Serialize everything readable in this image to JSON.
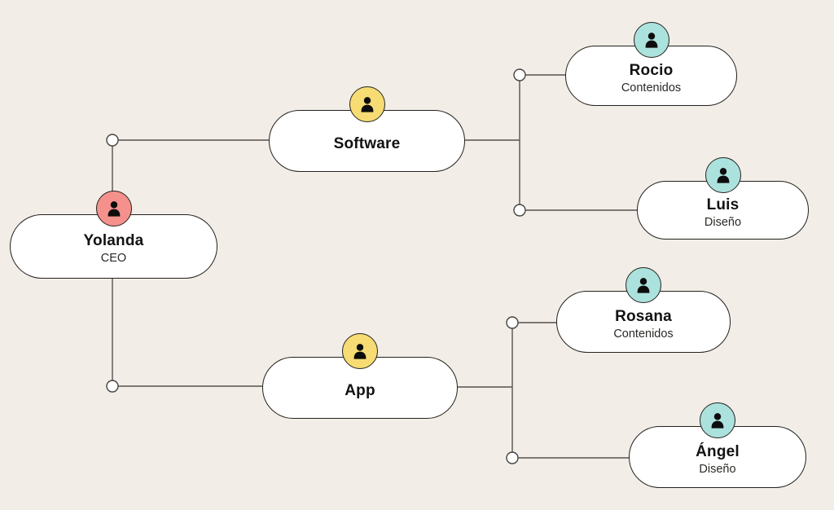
{
  "canvas": {
    "background": "#F2EDE7",
    "line_color": "#56524D",
    "node_fill": "#FFFFFF",
    "node_border": "#23211E"
  },
  "org": {
    "nodes": [
      {
        "id": "yolanda",
        "name": "Yolanda",
        "role": "CEO",
        "avatar_color": "#F5918C",
        "avatar_icon": "person-icon"
      },
      {
        "id": "software",
        "name": "Software",
        "role": "",
        "avatar_color": "#F6DC73",
        "avatar_icon": "person-icon"
      },
      {
        "id": "app",
        "name": "App",
        "role": "",
        "avatar_color": "#F6DC73",
        "avatar_icon": "person-icon"
      },
      {
        "id": "rocio",
        "name": "Rocio",
        "role": "Contenidos",
        "avatar_color": "#ACE2DD",
        "avatar_icon": "person-icon"
      },
      {
        "id": "luis",
        "name": "Luis",
        "role": "Diseño",
        "avatar_color": "#ACE2DD",
        "avatar_icon": "person-icon"
      },
      {
        "id": "rosana",
        "name": "Rosana",
        "role": "Contenidos",
        "avatar_color": "#ACE2DD",
        "avatar_icon": "person-icon"
      },
      {
        "id": "angel",
        "name": "Ángel",
        "role": "Diseño",
        "avatar_color": "#ACE2DD",
        "avatar_icon": "person-icon"
      }
    ],
    "edges": [
      {
        "from": "Yolanda",
        "to": "Software"
      },
      {
        "from": "Yolanda",
        "to": "App"
      },
      {
        "from": "Software",
        "to": "Rocio"
      },
      {
        "from": "Software",
        "to": "Luis"
      },
      {
        "from": "App",
        "to": "Rosana"
      },
      {
        "from": "App",
        "to": "Ángel"
      }
    ]
  }
}
